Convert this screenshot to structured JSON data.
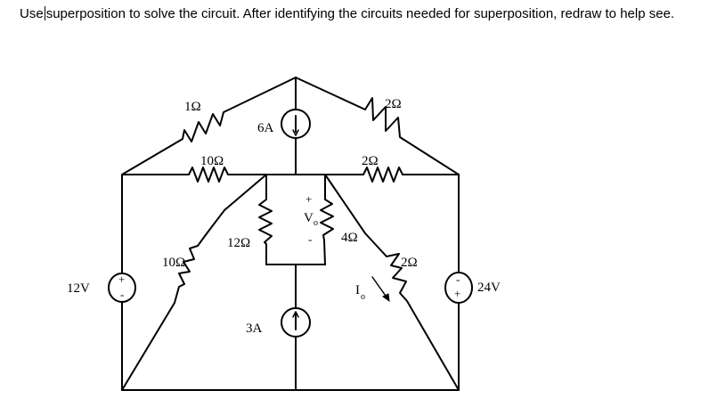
{
  "prompt": {
    "word_before_cursor": "Use",
    "text_after_cursor": "superposition to solve the circuit.  After identifying the circuits needed for superposition, redraw to help see."
  },
  "circuit": {
    "R_top_left": "1Ω",
    "R_top_right": "2Ω",
    "R_mid_left": "10Ω",
    "R_mid_right": "2Ω",
    "R_center_left": "12Ω",
    "R_center_right": "4Ω",
    "R_lower_left": "10Ω",
    "R_lower_right": "2Ω",
    "source_6A": "6A",
    "source_3A": "3A",
    "source_12V": "12V",
    "source_24V": "24V",
    "vo_symbol": "V",
    "vo_sub": "o",
    "io_symbol": "I",
    "io_sub": "o",
    "plus": "+",
    "minus": "-"
  }
}
